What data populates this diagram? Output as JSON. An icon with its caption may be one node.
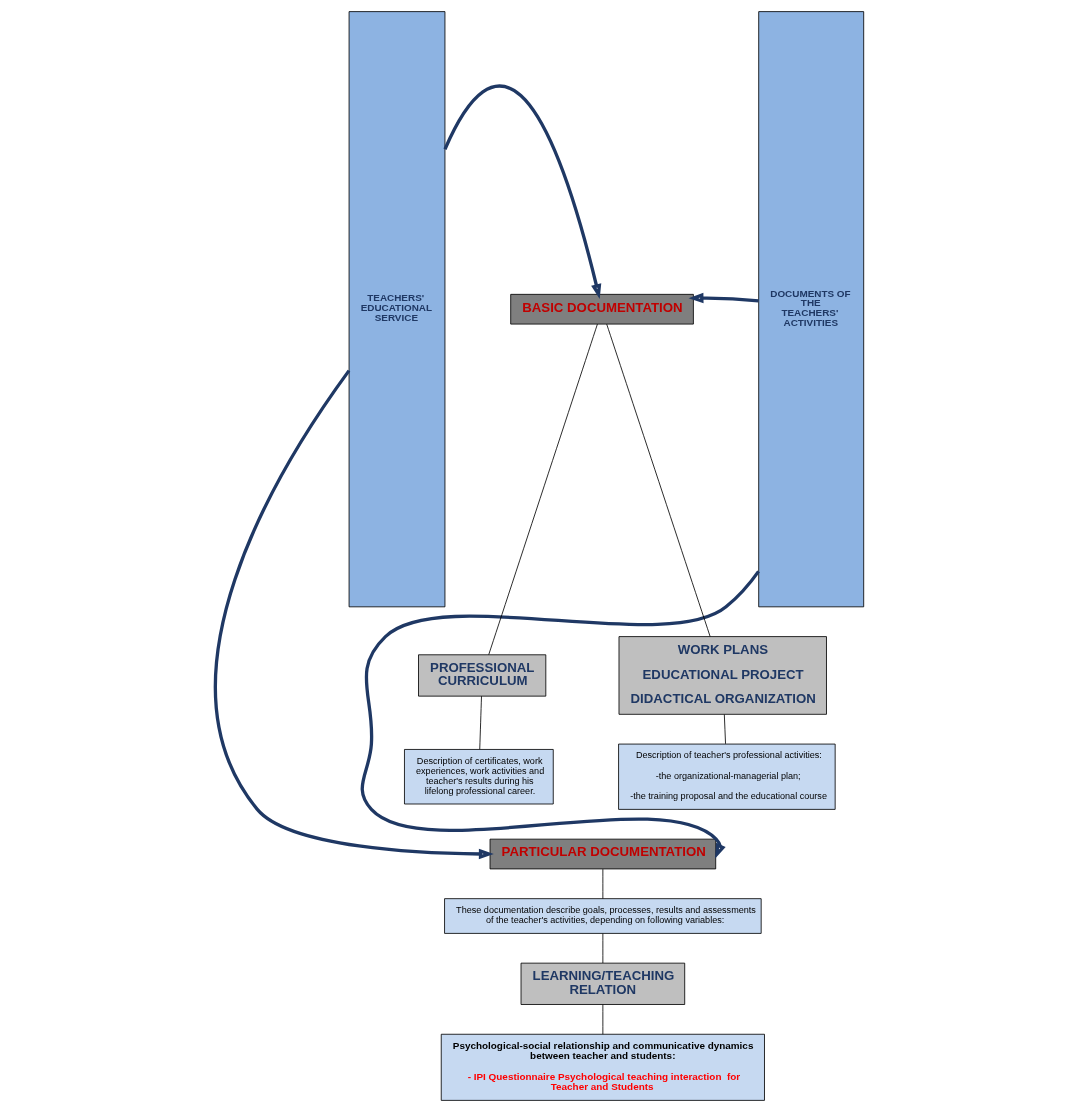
{
  "diagram": {
    "nodes": [
      {
        "text": [
          "TEACHERS' EDUCATIONAL SERVICE"
        ]
      },
      {
        "text": [
          "DOCUMENTS OF  THE TEACHERS' ACTIVITIES"
        ]
      },
      {
        "text": [
          "BASIC DOCUMENTATION"
        ]
      },
      {
        "text": [
          "PROFESSIONAL CURRICULUM"
        ]
      },
      {
        "text": [
          "WORK PLANS",
          "EDUCATIONAL PROJECT",
          "DIDACTICAL ORGANIZATION"
        ]
      },
      {
        "text": [
          "Description of certificates, work experiences, work activities and teacher's results during his lifelong professional career."
        ]
      },
      {
        "text": [
          "Description of teacher's professional activities:",
          "-the organizational-managerial plan;",
          "-the training proposal and the educational course"
        ]
      },
      {
        "text": [
          "PARTICULAR DOCUMENTATION"
        ]
      },
      {
        "text": [
          "These documentation describe goals, processes, results and assessments of the teacher's activities, depending on following variables:"
        ]
      },
      {
        "text": [
          "LEARNING/TEACHING RELATION"
        ]
      },
      {
        "text": [
          "Psychological-social relationship and communicative dynamics between teacher and students:",
          "- IPI Questionnaire Psychological teaching interaction  for Teacher and Students"
        ]
      }
    ],
    "edges": [
      {
        "from": 0,
        "to": 2,
        "arrow": "to",
        "style": "thick",
        "color": "#1f3864"
      },
      {
        "from": 1,
        "to": 2,
        "arrow": "to",
        "style": "thick",
        "color": "#1f3864"
      },
      {
        "from": 0,
        "to": 7,
        "arrow": "to",
        "style": "thick",
        "color": "#1f3864"
      },
      {
        "from": 1,
        "to": 7,
        "arrow": "to",
        "style": "thick",
        "color": "#1f3864"
      },
      {
        "from": 2,
        "to": 3,
        "arrow": "none"
      },
      {
        "from": 2,
        "to": 4,
        "arrow": "none"
      },
      {
        "from": 3,
        "to": 5,
        "arrow": "none"
      },
      {
        "from": 4,
        "to": 6,
        "arrow": "none"
      },
      {
        "from": 7,
        "to": 8,
        "arrow": "none"
      },
      {
        "from": 8,
        "to": 9,
        "arrow": "none"
      },
      {
        "from": 9,
        "to": 10,
        "arrow": "none"
      }
    ]
  }
}
